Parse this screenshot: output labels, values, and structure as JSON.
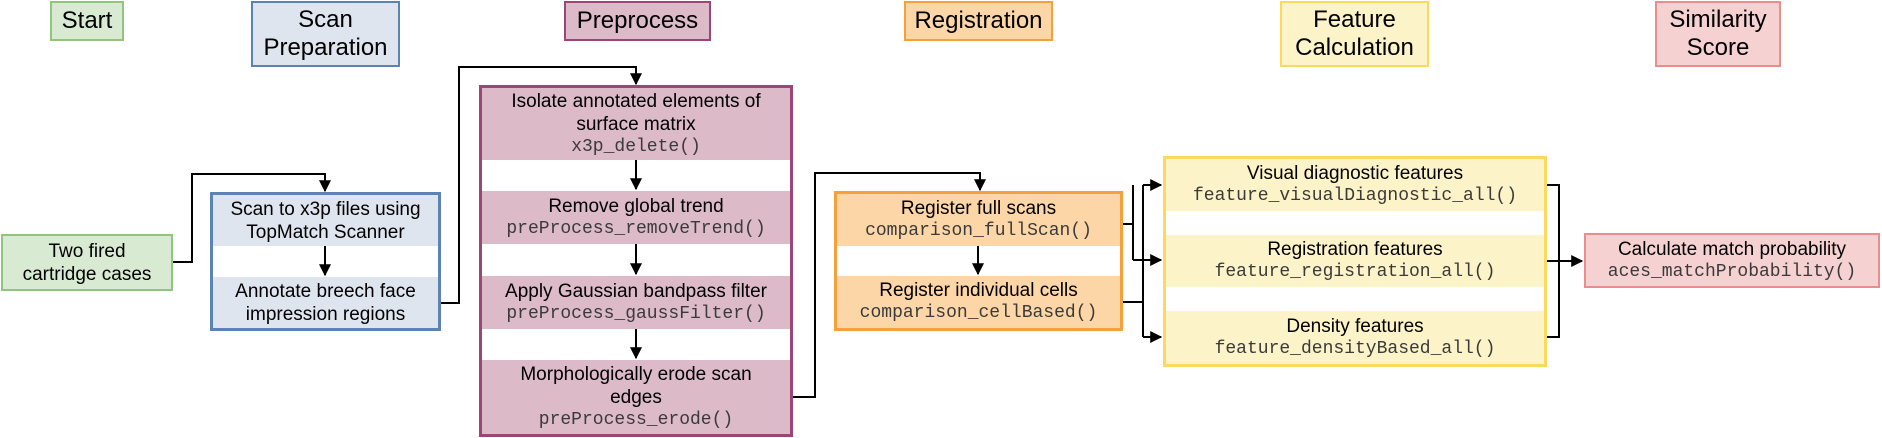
{
  "colors": {
    "green_fill": "#d9ead3",
    "green_border": "#93c47d",
    "blue_fill": "#dfe5ef",
    "blue_border": "#5b83b5",
    "purple_fill": "#dcbac7",
    "purple_border": "#9b4578",
    "orange_fill": "#fdd6a7",
    "orange_border": "#f6a03a",
    "yellow_fill": "#fdf3c8",
    "yellow_border": "#fbd95d",
    "red_fill": "#f6d1d1",
    "red_border": "#e98d8d"
  },
  "headers": {
    "start": [
      "Start"
    ],
    "scan_preparation": [
      "Scan",
      "Preparation"
    ],
    "preprocess": [
      "Preprocess"
    ],
    "registration": [
      "Registration"
    ],
    "feature_calculation": [
      "Feature",
      "Calculation"
    ],
    "similarity_score": [
      "Similarity",
      "Score"
    ]
  },
  "start": {
    "text": [
      "Two fired",
      "cartridge cases"
    ]
  },
  "scan_preparation": {
    "steps": [
      {
        "text": [
          "Scan to x3p files using",
          "TopMatch Scanner"
        ]
      },
      {
        "text": [
          "Annotate breech face",
          "impression regions"
        ]
      }
    ]
  },
  "preprocess": {
    "steps": [
      {
        "text": [
          "Isolate annotated elements of",
          "surface matrix"
        ],
        "code": "x3p_delete()"
      },
      {
        "text": [
          "Remove global trend"
        ],
        "code": "preProcess_removeTrend()"
      },
      {
        "text": [
          "Apply Gaussian bandpass filter"
        ],
        "code": "preProcess_gaussFilter()"
      },
      {
        "text": [
          "Morphologically erode scan",
          "edges"
        ],
        "code": "preProcess_erode()"
      }
    ]
  },
  "registration": {
    "steps": [
      {
        "text": [
          "Register full scans"
        ],
        "code": "comparison_fullScan()"
      },
      {
        "text": [
          "Register individual cells"
        ],
        "code": "comparison_cellBased()"
      }
    ]
  },
  "feature_calculation": {
    "steps": [
      {
        "text": [
          "Visual diagnostic features"
        ],
        "code": "feature_visualDiagnostic_all()"
      },
      {
        "text": [
          "Registration features"
        ],
        "code": "feature_registration_all()"
      },
      {
        "text": [
          "Density features"
        ],
        "code": "feature_densityBased_all()"
      }
    ]
  },
  "similarity_score": {
    "text": [
      "Calculate match probability"
    ],
    "code": "aces_matchProbability()"
  }
}
